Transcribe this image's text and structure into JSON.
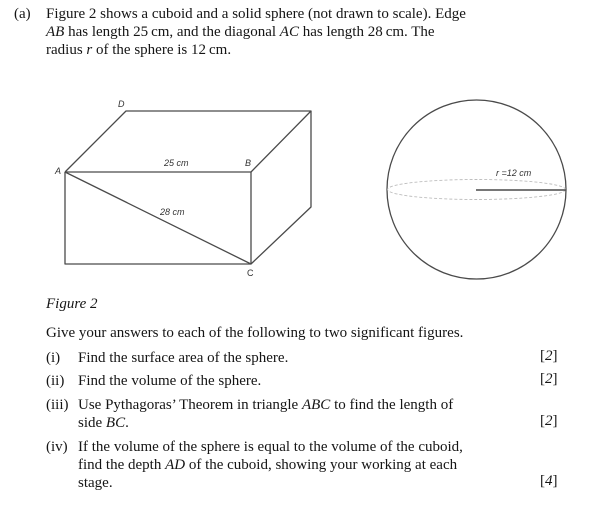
{
  "part": {
    "label": "(a)",
    "intro_lines": [
      [
        "Figure 2 shows a cuboid and a solid sphere (not drawn to scale). Edge"
      ],
      [
        "AB",
        " has length 25 cm, and the diagonal ",
        "AC",
        " has length 28 cm. The"
      ],
      [
        "radius ",
        "r",
        " of the sphere is 12 cm."
      ]
    ]
  },
  "figure": {
    "caption": "Figure 2",
    "cuboid": {
      "vertex_labels": {
        "A": "A",
        "B": "B",
        "C": "C",
        "D": "D"
      },
      "edge_label_ab": "25 cm",
      "diagonal_label_ac": "28 cm"
    },
    "sphere": {
      "radius_label": "r =12 cm"
    }
  },
  "instruction": "Give your answers to each of the following to two significant figures.",
  "questions": [
    {
      "num": "(i)",
      "lines": [
        [
          "Find the surface area of the sphere."
        ]
      ],
      "marks": "2"
    },
    {
      "num": "(ii)",
      "lines": [
        [
          "Find the volume of the sphere."
        ]
      ],
      "marks": "2"
    },
    {
      "num": "(iii)",
      "lines": [
        [
          "Use Pythagoras’ Theorem in triangle ",
          "ABC",
          " to find the length of"
        ],
        [
          "side ",
          "BC",
          "."
        ]
      ],
      "marks": "2"
    },
    {
      "num": "(iv)",
      "lines": [
        [
          "If the volume of the sphere is equal to the volume of the cuboid,"
        ],
        [
          "find the depth ",
          "AD",
          " of the cuboid, showing your working at each"
        ],
        [
          "stage."
        ]
      ],
      "marks": "4"
    }
  ]
}
